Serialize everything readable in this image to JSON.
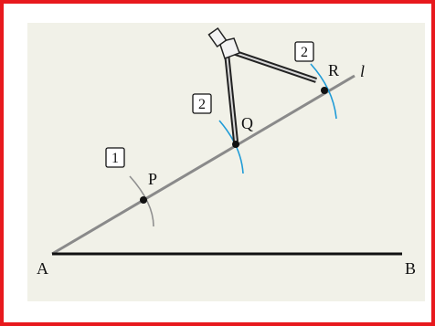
{
  "colors": {
    "frame": "#e8191d",
    "background": "#f1f1e8",
    "segment": "#111111",
    "ray": "#8a8a8a",
    "arc": "#1e9bd7",
    "gray_arc": "#909090",
    "point": "#111111"
  },
  "figure": {
    "labels": {
      "a": "A",
      "b": "B",
      "p": "P",
      "q": "Q",
      "r": "R",
      "line": "l"
    },
    "steps": {
      "step1": "1",
      "step2_q": "2",
      "step2_r": "2"
    }
  }
}
